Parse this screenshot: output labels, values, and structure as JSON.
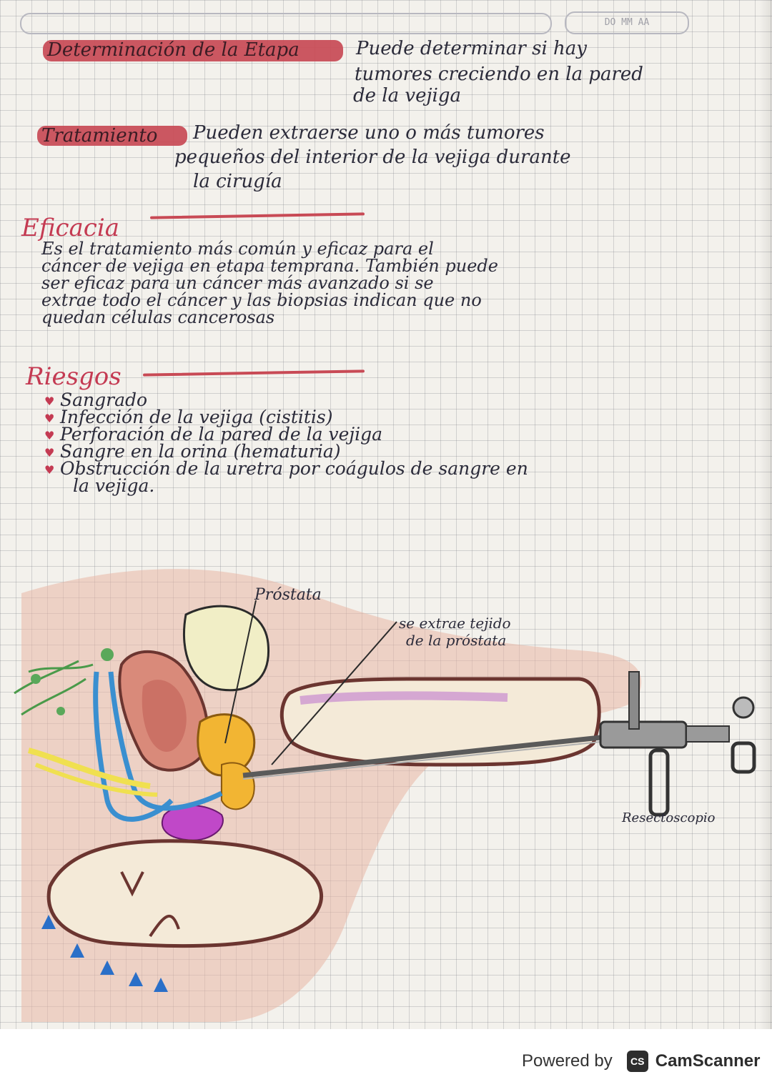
{
  "header": {
    "date_box": "DO  MM  AA"
  },
  "sections": {
    "determinacion": {
      "title": "Determinación de la Etapa",
      "text_line1": "Puede determinar si hay",
      "text_line2": "tumores creciendo en la pared",
      "text_line3": "de la vejiga"
    },
    "tratamiento": {
      "title": "Tratamiento",
      "text_line1": "Pueden extraerse uno o más tumores",
      "text_line2": "pequeños del interior de la vejiga durante",
      "text_line3": "la cirugía"
    }
  },
  "eficacia": {
    "heading": "Eficacia",
    "lines": [
      "Es el tratamiento          más común y eficaz para el",
      "cáncer de vejiga en etapa temprana. También puede",
      "ser eficaz para un cáncer más avanzado si se",
      "extrae todo el cáncer y las biopsias indican que no",
      "quedan células cancerosas"
    ]
  },
  "riesgos": {
    "heading": "Riesgos",
    "items": [
      "Sangrado",
      "Infección   de la vejiga (cistitis)",
      "Perforación  de  la pared  de la vejiga",
      "Sangre en la orina  (hematuria)",
      "Obstrucción  de  la uretra por coágulos de sangre en",
      "la vejiga."
    ]
  },
  "diagram": {
    "label_prostata": "Próstata",
    "label_extrae_1": "se extrae tejido",
    "label_extrae_2": "de la próstata",
    "label_resectoscopio": "Resectoscopio"
  },
  "colors": {
    "highlight": "#c84a55",
    "tissue": "#d88f80",
    "prostate": "#f2b533",
    "ureter": "#3a8fd0",
    "vas": "#f0e050",
    "vesicle": "#c048c8",
    "instrument": "#7a7a7a"
  },
  "footer": {
    "powered_by": "Powered by",
    "cs_badge": "CS",
    "brand": "CamScanner"
  }
}
